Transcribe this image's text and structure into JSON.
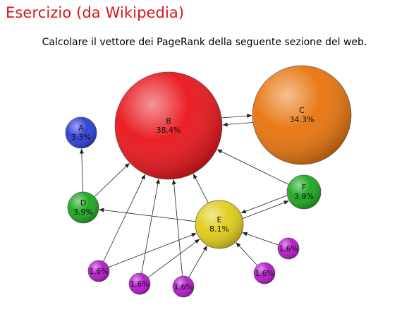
{
  "slide": {
    "title": "Esercizio (da Wikipedia)",
    "subtitle": "Calcolare il vettore dei PageRank della seguente sezione del web."
  },
  "graph": {
    "nodes": [
      {
        "id": "A",
        "name": "A",
        "rank": "3.3%",
        "color": "#2b3bd6"
      },
      {
        "id": "B",
        "name": "B",
        "rank": "38.4%",
        "color": "#e8141a"
      },
      {
        "id": "C",
        "name": "C",
        "rank": "34.3%",
        "color": "#e8740c"
      },
      {
        "id": "D",
        "name": "D",
        "rank": "3.9%",
        "color": "#18a61c"
      },
      {
        "id": "E",
        "name": "E",
        "rank": "8.1%",
        "color": "#e0cc18"
      },
      {
        "id": "F",
        "name": "F",
        "rank": "3.9%",
        "color": "#18a61c"
      },
      {
        "id": "G1",
        "name": "",
        "rank": "1.6%",
        "color": "#b316c9"
      },
      {
        "id": "G2",
        "name": "",
        "rank": "1.6%",
        "color": "#b316c9"
      },
      {
        "id": "G3",
        "name": "",
        "rank": "1.6%",
        "color": "#b316c9"
      },
      {
        "id": "G4",
        "name": "",
        "rank": "1.6%",
        "color": "#b316c9"
      },
      {
        "id": "G5",
        "name": "",
        "rank": "1.6%",
        "color": "#b316c9"
      }
    ],
    "edges": [
      {
        "from": "B",
        "to": "C"
      },
      {
        "from": "C",
        "to": "B"
      },
      {
        "from": "D",
        "to": "A"
      },
      {
        "from": "D",
        "to": "B"
      },
      {
        "from": "E",
        "to": "B"
      },
      {
        "from": "E",
        "to": "D"
      },
      {
        "from": "E",
        "to": "F"
      },
      {
        "from": "F",
        "to": "B"
      },
      {
        "from": "F",
        "to": "E"
      },
      {
        "from": "G1",
        "to": "B"
      },
      {
        "from": "G1",
        "to": "E"
      },
      {
        "from": "G2",
        "to": "B"
      },
      {
        "from": "G2",
        "to": "E"
      },
      {
        "from": "G3",
        "to": "B"
      },
      {
        "from": "G3",
        "to": "E"
      },
      {
        "from": "G4",
        "to": "E"
      },
      {
        "from": "G5",
        "to": "E"
      }
    ]
  }
}
